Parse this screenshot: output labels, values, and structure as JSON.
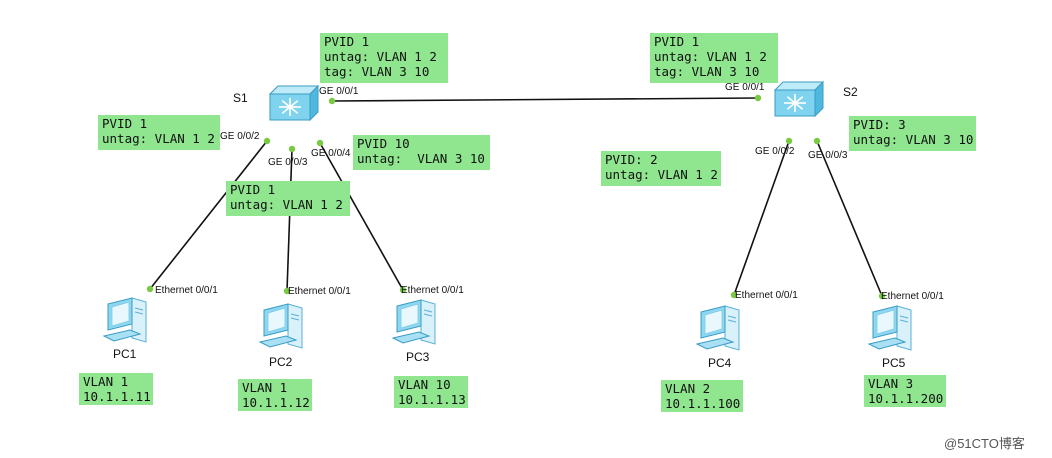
{
  "switches": [
    {
      "id": "S1",
      "label": "S1"
    },
    {
      "id": "S2",
      "label": "S2"
    }
  ],
  "pcs": [
    {
      "id": "PC1",
      "label": "PC1",
      "port": "Ethernet 0/0/1",
      "vlan": "VLAN 1",
      "ip": "10.1.1.11"
    },
    {
      "id": "PC2",
      "label": "PC2",
      "port": "Ethernet 0/0/1",
      "vlan": "VLAN 1",
      "ip": "10.1.1.12"
    },
    {
      "id": "PC3",
      "label": "PC3",
      "port": "Ethernet 0/0/1",
      "vlan": "VLAN 10",
      "ip": "10.1.1.13"
    },
    {
      "id": "PC4",
      "label": "PC4",
      "port": "Ethernet 0/0/1",
      "vlan": "VLAN 2",
      "ip": "10.1.1.100"
    },
    {
      "id": "PC5",
      "label": "PC5",
      "port": "Ethernet 0/0/1",
      "vlan": "VLAN 3",
      "ip": "10.1.1.200"
    }
  ],
  "links": [
    {
      "from": "S1",
      "to": "S2",
      "from_port": "GE 0/0/1",
      "to_port": "GE 0/0/1"
    },
    {
      "from": "S1",
      "to": "PC1",
      "from_port": "GE 0/0/2",
      "to_port": "Ethernet 0/0/1"
    },
    {
      "from": "S1",
      "to": "PC2",
      "from_port": "GE 0/0/3",
      "to_port": "Ethernet 0/0/1"
    },
    {
      "from": "S1",
      "to": "PC3",
      "from_port": "GE 0/0/4",
      "to_port": "Ethernet 0/0/1"
    },
    {
      "from": "S2",
      "to": "PC4",
      "from_port": "GE 0/0/2",
      "to_port": "Ethernet 0/0/1"
    },
    {
      "from": "S2",
      "to": "PC5",
      "from_port": "GE 0/0/3",
      "to_port": "Ethernet 0/0/1"
    }
  ],
  "port_notes": {
    "s1_ge1": [
      "PVID 1",
      "untag: VLAN 1 2",
      "tag: VLAN 3 10"
    ],
    "s1_ge2": [
      "PVID 1",
      "untag: VLAN 1 2"
    ],
    "s1_ge3": [
      "PVID 1",
      "untag: VLAN 1 2"
    ],
    "s1_ge4": [
      "PVID 10",
      "untag:  VLAN 3 10"
    ],
    "s2_ge1": [
      "PVID 1",
      "untag: VLAN 1 2",
      "tag: VLAN 3 10"
    ],
    "s2_ge2": [
      "PVID: 2",
      "untag: VLAN 1 2"
    ],
    "s2_ge3": [
      "PVID: 3",
      "untag: VLAN 3 10"
    ]
  },
  "watermark": "@51CTO博客",
  "colors": {
    "note_bg": "#8fe68f",
    "port_dot": "#7ac943",
    "link": "#111111",
    "switch_body": "#7fd3ee",
    "pc_body": "#8fd6f0"
  }
}
